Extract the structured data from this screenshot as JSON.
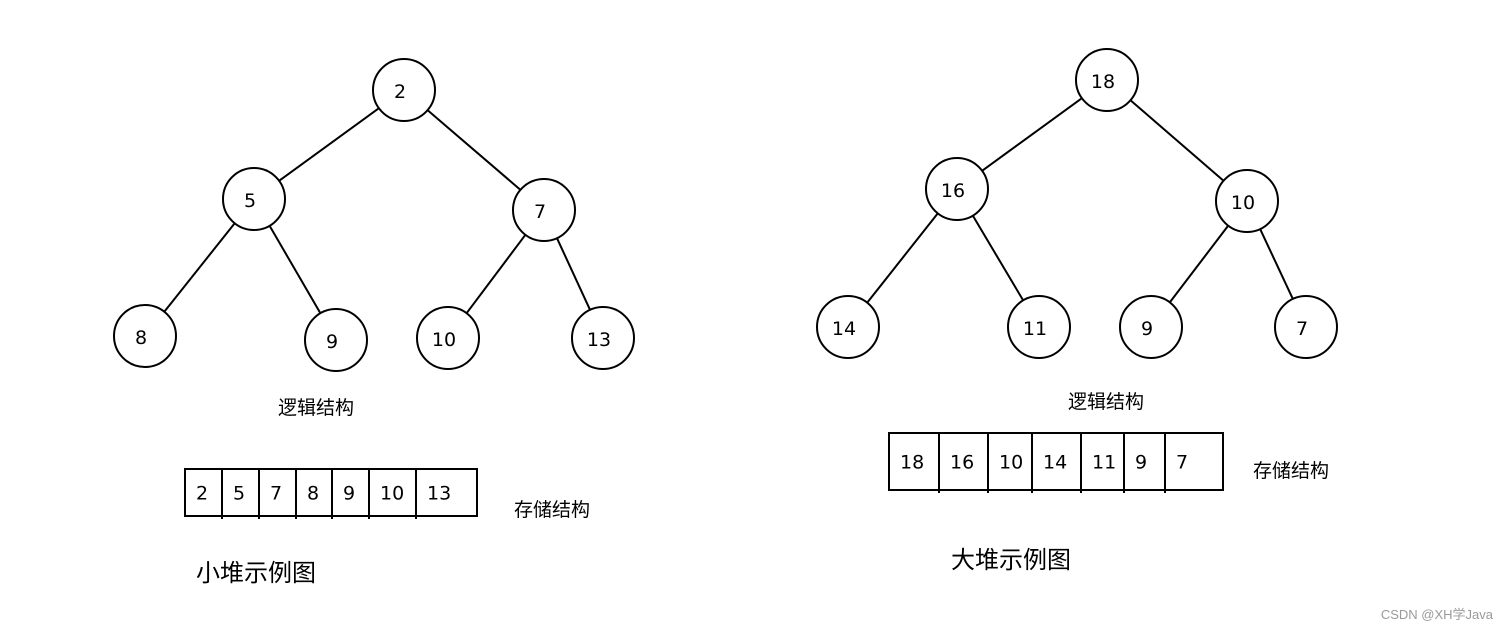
{
  "min_heap": {
    "nodes": [
      "2",
      "5",
      "7",
      "8",
      "9",
      "10",
      "13"
    ],
    "array": [
      "2",
      "5",
      "7",
      "8",
      "9",
      "10",
      "13"
    ],
    "logical_label": "逻辑结构",
    "storage_label": "存储结构",
    "caption": "小堆示例图"
  },
  "max_heap": {
    "nodes": [
      "18",
      "16",
      "10",
      "14",
      "11",
      "9",
      "7"
    ],
    "array": [
      "18",
      "16",
      "10",
      "14",
      "11",
      "9",
      "7"
    ],
    "logical_label": "逻辑结构",
    "storage_label": "存储结构",
    "caption": "大堆示例图"
  },
  "watermark": "CSDN @XH学Java"
}
